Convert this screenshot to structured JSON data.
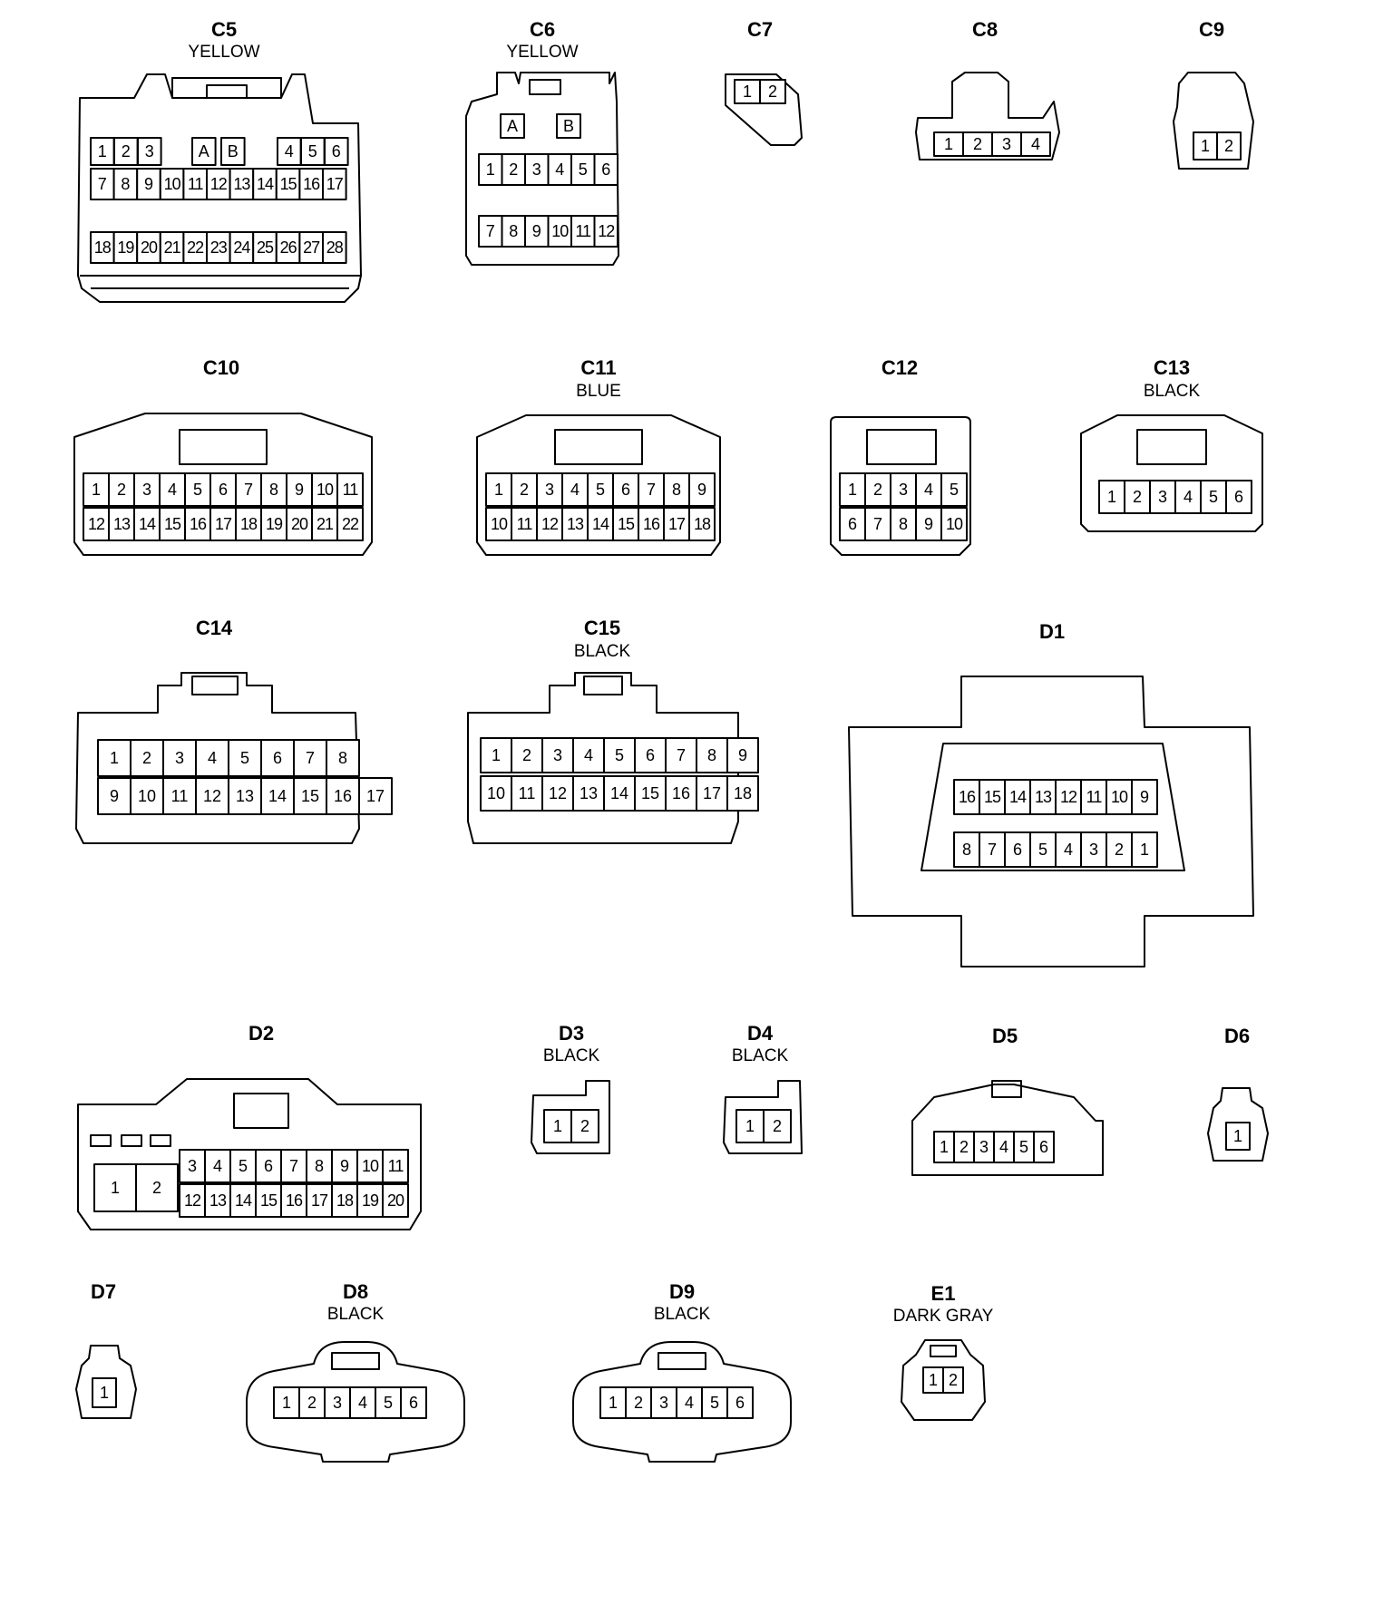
{
  "connectors": {
    "C5": {
      "id": "C5",
      "color": "YELLOW",
      "rows": [
        [
          "1",
          "2",
          "3",
          "A",
          "B",
          "4",
          "5",
          "6"
        ],
        [
          "7",
          "8",
          "9",
          "10",
          "11",
          "12",
          "13",
          "14",
          "15",
          "16",
          "17"
        ],
        [
          "18",
          "19",
          "20",
          "21",
          "22",
          "23",
          "24",
          "25",
          "26",
          "27",
          "28"
        ]
      ]
    },
    "C6": {
      "id": "C6",
      "color": "YELLOW",
      "rows": [
        [
          "A",
          "B"
        ],
        [
          "1",
          "2",
          "3",
          "4",
          "5",
          "6"
        ],
        [
          "7",
          "8",
          "9",
          "10",
          "11",
          "12"
        ]
      ]
    },
    "C7": {
      "id": "C7",
      "color": "",
      "rows": [
        [
          "1",
          "2"
        ]
      ]
    },
    "C8": {
      "id": "C8",
      "color": "",
      "rows": [
        [
          "1",
          "2",
          "3",
          "4"
        ]
      ]
    },
    "C9": {
      "id": "C9",
      "color": "",
      "rows": [
        [
          "1",
          "2"
        ]
      ]
    },
    "C10": {
      "id": "C10",
      "color": "",
      "rows": [
        [
          "1",
          "2",
          "3",
          "4",
          "5",
          "6",
          "7",
          "8",
          "9",
          "10",
          "11"
        ],
        [
          "12",
          "13",
          "14",
          "15",
          "16",
          "17",
          "18",
          "19",
          "20",
          "21",
          "22"
        ]
      ]
    },
    "C11": {
      "id": "C11",
      "color": "BLUE",
      "rows": [
        [
          "1",
          "2",
          "3",
          "4",
          "5",
          "6",
          "7",
          "8",
          "9"
        ],
        [
          "10",
          "11",
          "12",
          "13",
          "14",
          "15",
          "16",
          "17",
          "18"
        ]
      ]
    },
    "C12": {
      "id": "C12",
      "color": "",
      "rows": [
        [
          "1",
          "2",
          "3",
          "4",
          "5"
        ],
        [
          "6",
          "7",
          "8",
          "9",
          "10"
        ]
      ]
    },
    "C13": {
      "id": "C13",
      "color": "BLACK",
      "rows": [
        [
          "1",
          "2",
          "3",
          "4",
          "5",
          "6"
        ]
      ]
    },
    "C14": {
      "id": "C14",
      "color": "",
      "rows": [
        [
          "1",
          "2",
          "3",
          "4",
          "5",
          "6",
          "7",
          "8"
        ],
        [
          "9",
          "10",
          "11",
          "12",
          "13",
          "14",
          "15",
          "16",
          "17"
        ]
      ]
    },
    "C15": {
      "id": "C15",
      "color": "BLACK",
      "rows": [
        [
          "1",
          "2",
          "3",
          "4",
          "5",
          "6",
          "7",
          "8",
          "9"
        ],
        [
          "10",
          "11",
          "12",
          "13",
          "14",
          "15",
          "16",
          "17",
          "18"
        ]
      ]
    },
    "D1": {
      "id": "D1",
      "color": "",
      "rows": [
        [
          "16",
          "15",
          "14",
          "13",
          "12",
          "11",
          "10",
          "9"
        ],
        [
          "8",
          "7",
          "6",
          "5",
          "4",
          "3",
          "2",
          "1"
        ]
      ]
    },
    "D2": {
      "id": "D2",
      "color": "",
      "rows": [
        [
          "3",
          "4",
          "5",
          "6",
          "7",
          "8",
          "9",
          "10",
          "11"
        ],
        [
          "12",
          "13",
          "14",
          "15",
          "16",
          "17",
          "18",
          "19",
          "20"
        ],
        [
          "1",
          "2"
        ]
      ]
    },
    "D3": {
      "id": "D3",
      "color": "BLACK",
      "rows": [
        [
          "1",
          "2"
        ]
      ]
    },
    "D4": {
      "id": "D4",
      "color": "BLACK",
      "rows": [
        [
          "1",
          "2"
        ]
      ]
    },
    "D5": {
      "id": "D5",
      "color": "",
      "rows": [
        [
          "1",
          "2",
          "3",
          "4",
          "5",
          "6"
        ]
      ]
    },
    "D6": {
      "id": "D6",
      "color": "",
      "rows": [
        [
          "1"
        ]
      ]
    },
    "D7": {
      "id": "D7",
      "color": "",
      "rows": [
        [
          "1"
        ]
      ]
    },
    "D8": {
      "id": "D8",
      "color": "BLACK",
      "rows": [
        [
          "1",
          "2",
          "3",
          "4",
          "5",
          "6"
        ]
      ]
    },
    "D9": {
      "id": "D9",
      "color": "BLACK",
      "rows": [
        [
          "1",
          "2",
          "3",
          "4",
          "5",
          "6"
        ]
      ]
    },
    "E1": {
      "id": "E1",
      "color": "DARK GRAY",
      "rows": [
        [
          "1",
          "2"
        ]
      ]
    }
  }
}
